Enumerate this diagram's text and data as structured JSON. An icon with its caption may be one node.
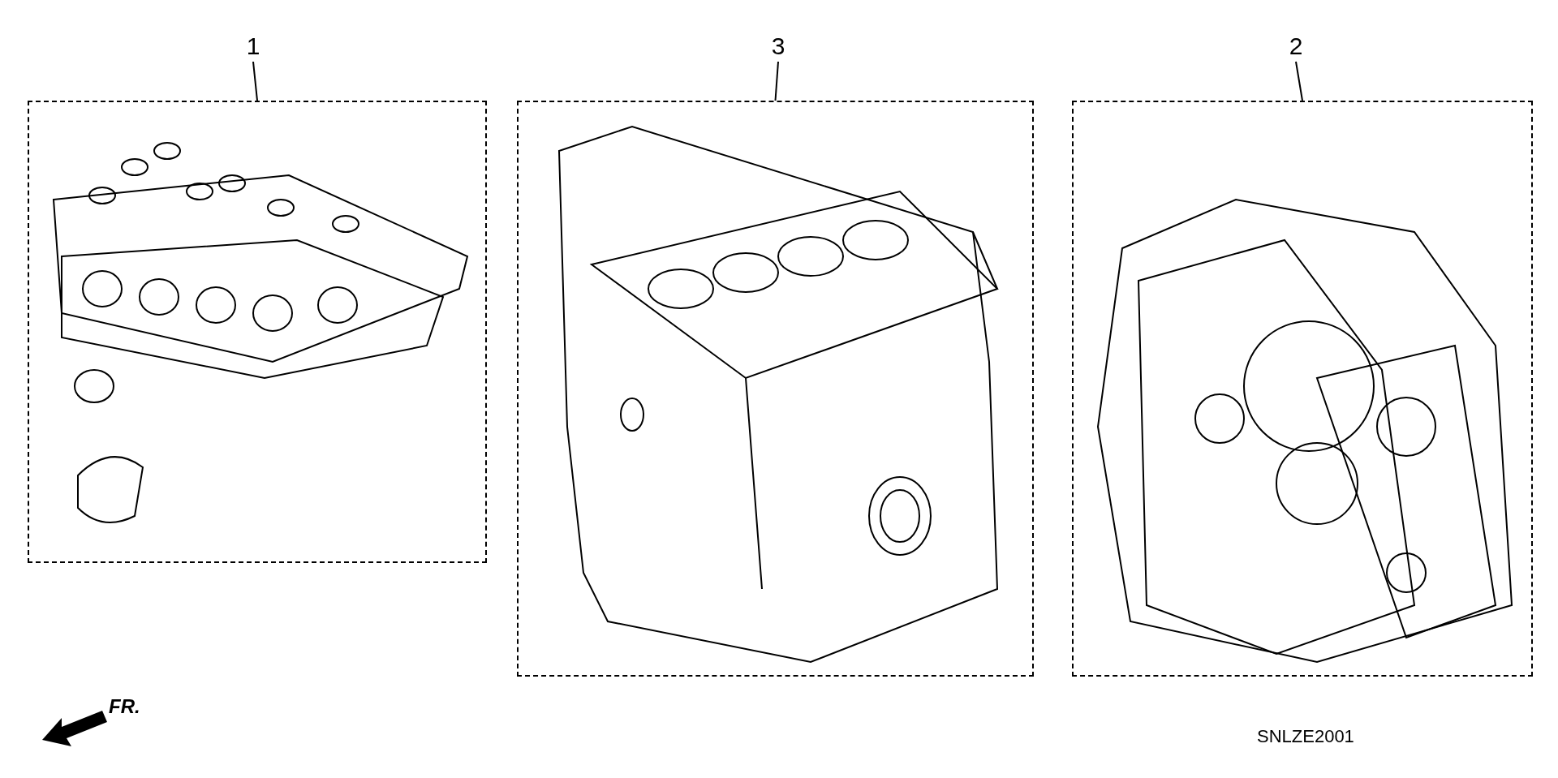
{
  "diagram": {
    "nodes": [
      {
        "text": [
          "1"
        ]
      },
      {
        "text": [],
        "shape": "box"
      },
      {
        "text": [
          "3"
        ]
      },
      {
        "text": [],
        "shape": "box"
      },
      {
        "text": [
          "2"
        ]
      },
      {
        "text": [],
        "shape": "box"
      }
    ],
    "edges": [
      {
        "from": 0,
        "to": 1,
        "arrow": "none"
      },
      {
        "from": 2,
        "to": 3,
        "arrow": "none"
      },
      {
        "from": 4,
        "to": 5,
        "arrow": "none"
      }
    ],
    "labels": [
      "FR.",
      "SNLZE2001"
    ]
  }
}
